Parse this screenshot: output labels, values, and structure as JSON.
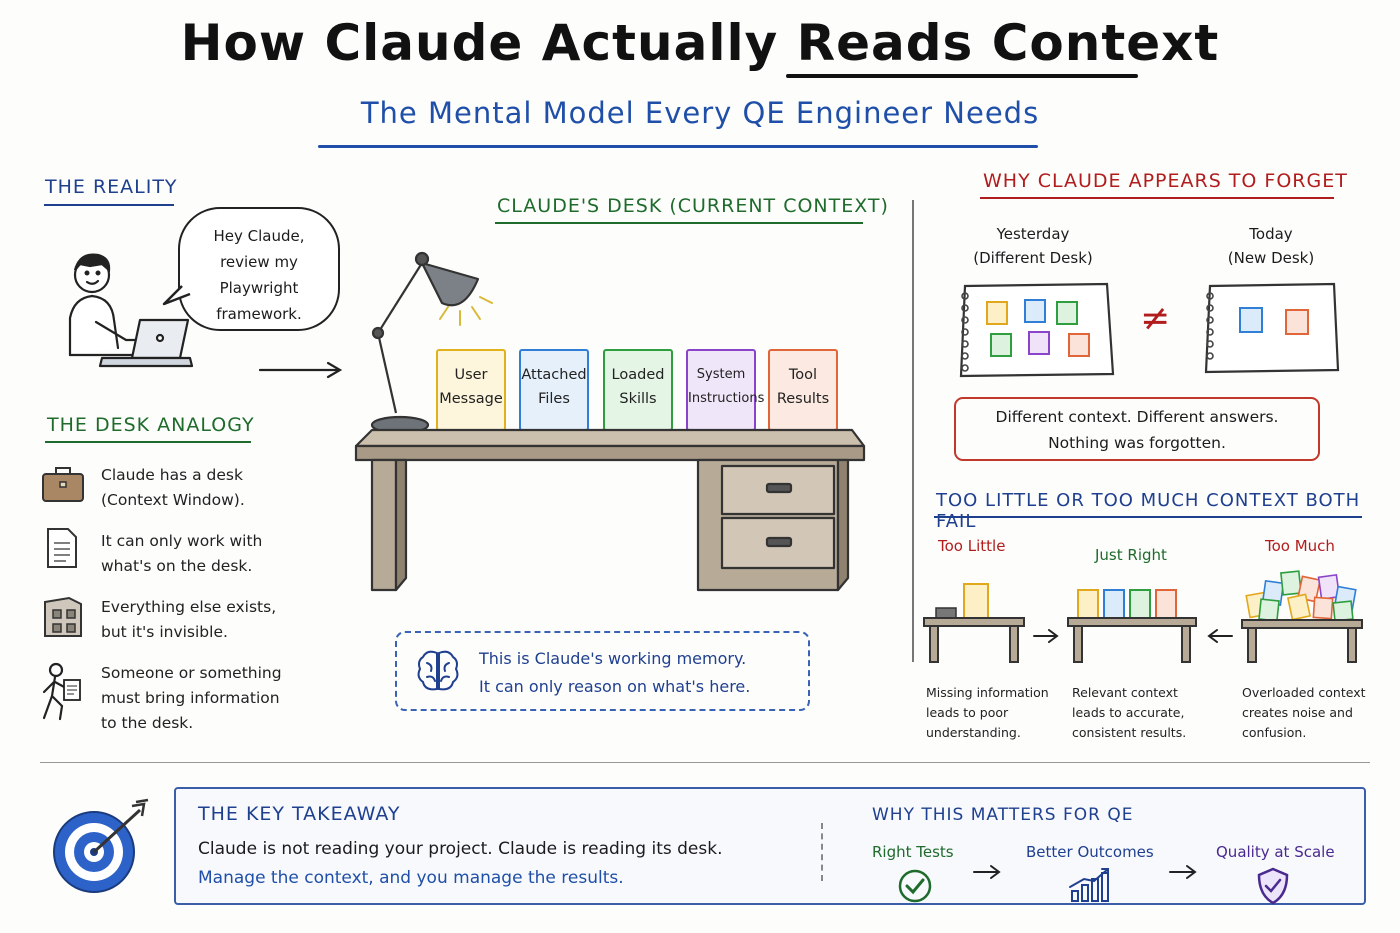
{
  "title": "How Claude Actually Reads Context",
  "subtitle": "The Mental Model Every QE Engineer Needs",
  "reality": {
    "heading": "THE REALITY",
    "speech": [
      "Hey Claude,",
      "review my",
      "Playwright",
      "framework."
    ]
  },
  "desk_analogy": {
    "heading": "THE DESK ANALOGY",
    "items": [
      {
        "icon": "briefcase-icon",
        "lines": [
          "Claude has a desk",
          "(Context Window)."
        ]
      },
      {
        "icon": "document-icon",
        "lines": [
          "It can only work with",
          "what's on the desk."
        ]
      },
      {
        "icon": "cabinet-icon",
        "lines": [
          "Everything else exists,",
          "but it's invisible."
        ]
      },
      {
        "icon": "walking-person-icon",
        "lines": [
          "Someone or something",
          "must bring information",
          "to the desk."
        ]
      }
    ]
  },
  "desk": {
    "heading": "CLAUDE'S DESK (CURRENT CONTEXT)",
    "documents": [
      {
        "lines": [
          "User",
          "Message"
        ],
        "color": "#e2b21d",
        "fill": "#fdf6dc"
      },
      {
        "lines": [
          "Attached",
          "Files"
        ],
        "color": "#2f7fd6",
        "fill": "#e5f0fb"
      },
      {
        "lines": [
          "Loaded",
          "Skills"
        ],
        "color": "#2e9e3e",
        "fill": "#e4f5e6"
      },
      {
        "lines": [
          "System",
          "Instructions"
        ],
        "color": "#8a44c9",
        "fill": "#f0e6f9"
      },
      {
        "lines": [
          "Tool",
          "Results"
        ],
        "color": "#e0663a",
        "fill": "#fce9e1"
      }
    ],
    "callout": [
      "This is Claude's working memory.",
      "It can only reason on what's here."
    ]
  },
  "forget": {
    "heading": "WHY CLAUDE APPEARS TO FORGET",
    "yesterday": [
      "Yesterday",
      "(Different Desk)"
    ],
    "today": [
      "Today",
      "(New Desk)"
    ],
    "not_equal": "≠",
    "message": [
      "Different context. Different answers.",
      "Nothing was forgotten."
    ]
  },
  "context_fail": {
    "heading": "TOO LITTLE OR TOO MUCH CONTEXT BOTH FAIL",
    "columns": [
      {
        "label": "Too Little",
        "color": "#b11d1d",
        "note": [
          "Missing information",
          "leads to poor",
          "understanding."
        ]
      },
      {
        "label": "Just Right",
        "color": "#1e6b2b",
        "note": [
          "Relevant context",
          "leads to accurate,",
          "consistent results."
        ]
      },
      {
        "label": "Too Much",
        "color": "#b11d1d",
        "note": [
          "Overloaded context",
          "creates noise and",
          "confusion."
        ]
      }
    ]
  },
  "takeaway": {
    "heading": "THE KEY TAKEAWAY",
    "line1": "Claude is not reading your project. Claude is reading its desk.",
    "line2": "Manage the context, and you manage the results."
  },
  "qe": {
    "heading": "WHY THIS MATTERS FOR QE",
    "steps": [
      {
        "label": "Right Tests",
        "color": "#1e6b2b",
        "icon": "check-circle-icon"
      },
      {
        "label": "Better Outcomes",
        "color": "#1f3f8f",
        "icon": "rising-chart-icon"
      },
      {
        "label": "Quality at Scale",
        "color": "#4a2a8f",
        "icon": "shield-check-icon"
      }
    ]
  },
  "colors": {
    "blue": "#1f3f8f",
    "green": "#1e6b2b",
    "red": "#b11d1d",
    "purple": "#4a2a8f"
  }
}
